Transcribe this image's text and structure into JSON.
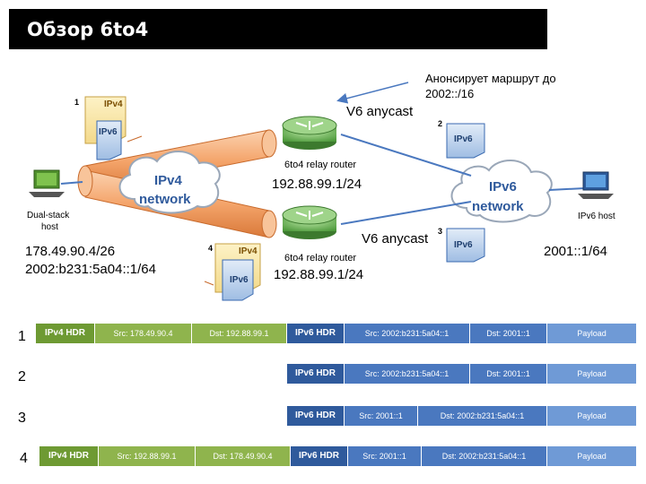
{
  "title": "Обзор 6to4",
  "announce": {
    "line1": "Анонсирует маршрут до",
    "line2": "2002::/16"
  },
  "routers": {
    "top": {
      "anycast": "V6 anycast",
      "label": "6to4 relay router",
      "address": "192.88.99.1/24"
    },
    "bottom": {
      "anycast": "V6 anycast",
      "label": "6to4 relay router",
      "address": "192.88.99.1/24"
    }
  },
  "clouds": {
    "ipv4": {
      "line1": "IPv4",
      "line2": "network"
    },
    "ipv6": {
      "line1": "IPv6",
      "line2": "network"
    }
  },
  "dual_stack_host": {
    "label_line1": "Dual-stack",
    "label_line2": "host",
    "ipv4": "178.49.90.4/26",
    "ipv6": "2002:b231:5a04::1/64"
  },
  "ipv6_host": {
    "label": "IPv6 host",
    "address": "2001::1/64"
  },
  "packets": [
    {
      "number": "1",
      "outer": "IPv4",
      "inner": "IPv6"
    },
    {
      "number": "2",
      "inner": "IPv6"
    },
    {
      "number": "3",
      "inner": "IPv6"
    },
    {
      "number": "4",
      "outer": "IPv4",
      "inner": "IPv6"
    }
  ],
  "rows": [
    {
      "number": "1",
      "ipv4_hdr": "IPv4 HDR",
      "ipv4_src": "Src: 178.49.90.4",
      "ipv4_dst": "Dst: 192.88.99.1",
      "ipv6_hdr": "IPv6 HDR",
      "ipv6_src": "Src: 2002:b231:5a04::1",
      "ipv6_dst": "Dst: 2001::1",
      "payload": "Payload"
    },
    {
      "number": "2",
      "ipv6_hdr": "IPv6 HDR",
      "ipv6_src": "Src: 2002:b231:5a04::1",
      "ipv6_dst": "Dst: 2001::1",
      "payload": "Payload"
    },
    {
      "number": "3",
      "ipv6_hdr": "IPv6 HDR",
      "ipv6_src": "Src: 2001::1",
      "ipv6_dst": "Dst: 2002:b231:5a04::1",
      "payload": "Payload"
    },
    {
      "number": "4",
      "ipv4_hdr": "IPv4 HDR",
      "ipv4_src": "Src: 192.88.99.1",
      "ipv4_dst": "Dst: 178.49.90.4",
      "ipv6_hdr": "IPv6 HDR",
      "ipv6_src": "Src: 2001::1",
      "ipv6_dst": "Dst: 2002:b231:5a04::1",
      "payload": "Payload"
    }
  ],
  "colors": {
    "ipv4_green": "#6e9a33",
    "ipv6_blue": "#2f5a9c",
    "tunnel": "#f4a46a",
    "router": "#7fc06a"
  }
}
